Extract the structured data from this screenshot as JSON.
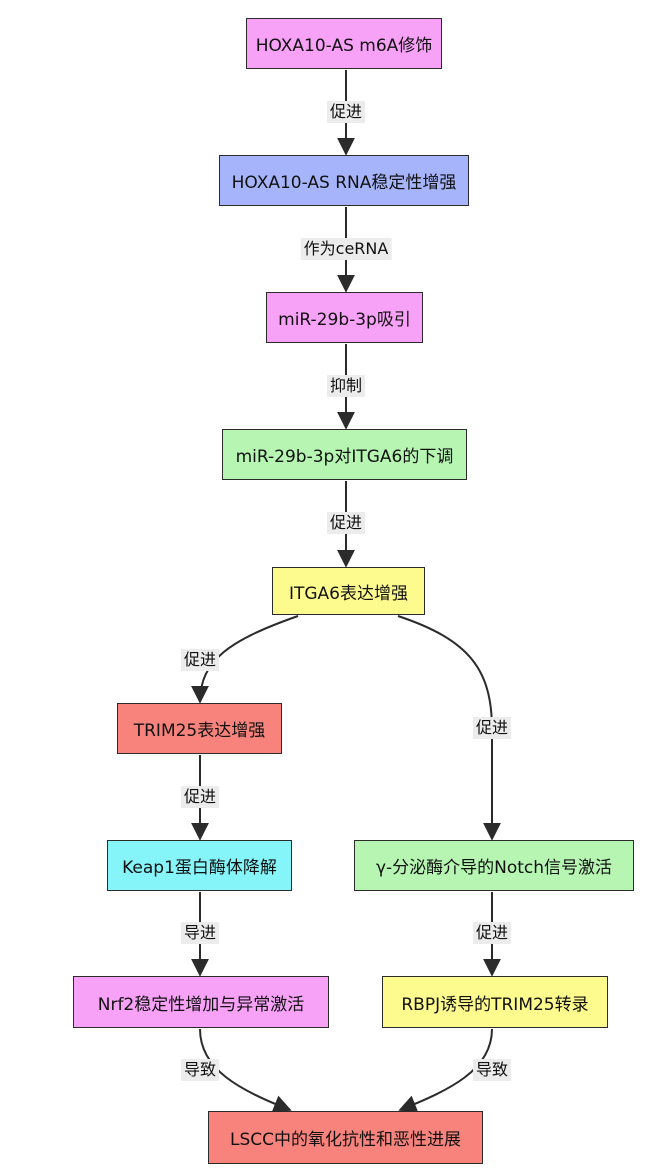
{
  "colors": {
    "magenta": "#f7a1f7",
    "blue": "#a6b4fb",
    "green": "#b6f5b2",
    "yellow": "#fdfb8d",
    "salmon": "#f7837c",
    "cyan": "#86f5fa",
    "stroke": "#2b2b2b",
    "label_bg": "#ececec"
  },
  "nodes": {
    "n1": {
      "label": "HOXA10-AS m6A修饰",
      "color": "#f7a1f7"
    },
    "n2": {
      "label": "HOXA10-AS RNA稳定性增强",
      "color": "#a6b4fb"
    },
    "n3": {
      "label": "miR-29b-3p吸引",
      "color": "#f7a1f7"
    },
    "n4": {
      "label": "miR-29b-3p对ITGA6的下调",
      "color": "#b6f5b2"
    },
    "n5": {
      "label": "ITGA6表达增强",
      "color": "#fdfb8d"
    },
    "n6": {
      "label": "TRIM25表达增强",
      "color": "#f7837c"
    },
    "n7": {
      "label": "Keap1蛋白酶体降解",
      "color": "#86f5fa"
    },
    "n8": {
      "label": "γ-分泌酶介导的Notch信号激活",
      "color": "#b6f5b2"
    },
    "n9": {
      "label": "Nrf2稳定性增加与异常激活",
      "color": "#f7a1f7"
    },
    "n10": {
      "label": "RBPJ诱导的TRIM25转录",
      "color": "#fdfb8d"
    },
    "n11": {
      "label": "LSCC中的氧化抗性和恶性进展",
      "color": "#f7837c"
    }
  },
  "edges": {
    "e1": {
      "from": "n1",
      "to": "n2",
      "label": "促进"
    },
    "e2": {
      "from": "n2",
      "to": "n3",
      "label": "作为ceRNA"
    },
    "e3": {
      "from": "n3",
      "to": "n4",
      "label": "抑制"
    },
    "e4": {
      "from": "n4",
      "to": "n5",
      "label": "促进"
    },
    "e5": {
      "from": "n5",
      "to": "n6",
      "label": "促进"
    },
    "e6": {
      "from": "n5",
      "to": "n8",
      "label": "促进"
    },
    "e7": {
      "from": "n6",
      "to": "n7",
      "label": "促进"
    },
    "e8": {
      "from": "n7",
      "to": "n9",
      "label": "导进"
    },
    "e9": {
      "from": "n8",
      "to": "n10",
      "label": "促进"
    },
    "e10": {
      "from": "n9",
      "to": "n11",
      "label": "导致"
    },
    "e11": {
      "from": "n10",
      "to": "n11",
      "label": "导致"
    }
  }
}
